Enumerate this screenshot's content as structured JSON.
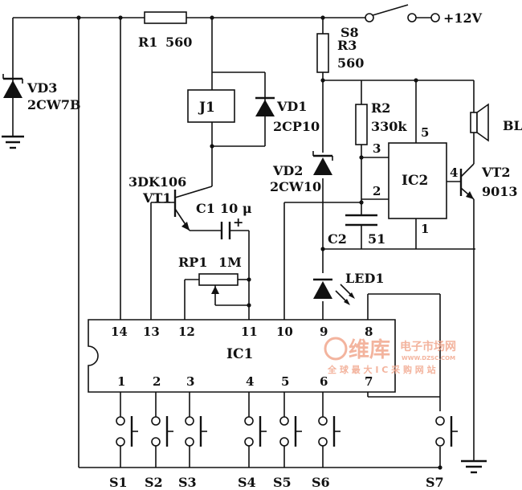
{
  "supply": "+12V",
  "switch_main": "S8",
  "r1": {
    "name": "R1",
    "value": "560"
  },
  "r2": {
    "name": "R2",
    "value": "330k"
  },
  "r3": {
    "name": "R3",
    "value": "560"
  },
  "vd1": {
    "name": "VD1",
    "part": "2CP10"
  },
  "vd2": {
    "name": "VD2",
    "part": "2CW10"
  },
  "vd3": {
    "name": "VD3",
    "part": "2CW7B"
  },
  "relay": "J1",
  "vt1": {
    "name": "VT1",
    "part": "3DK106"
  },
  "vt2": {
    "name": "VT2",
    "part": "9013"
  },
  "c1": {
    "name": "C1",
    "value": "10 μ",
    "polarity": "+"
  },
  "c2": {
    "name": "C2",
    "value": "51"
  },
  "rp1": {
    "name": "RP1",
    "value": "1M"
  },
  "led": "LED1",
  "speaker": "BL",
  "ic1": {
    "name": "IC1",
    "top_pins": [
      "14",
      "13",
      "12",
      "11",
      "10",
      "9",
      "8"
    ],
    "bottom_pins": [
      "1",
      "2",
      "3",
      "4",
      "5",
      "6",
      "7"
    ]
  },
  "ic2": {
    "name": "IC2",
    "pins": [
      "5",
      "3",
      "2",
      "4",
      "1"
    ]
  },
  "switches": [
    "S1",
    "S2",
    "S3",
    "S4",
    "S5",
    "S6",
    "S7"
  ],
  "watermark": {
    "brand": "维库",
    "title": "电子市场网",
    "url": "WWW.DZSC.COM",
    "slogan": "全 球 最 大 I C 采 购 网 站"
  }
}
